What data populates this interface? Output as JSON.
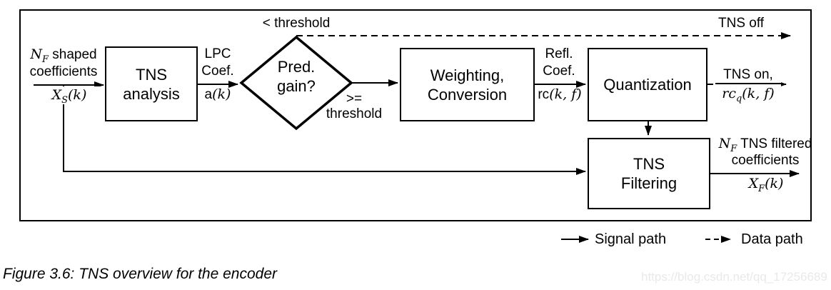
{
  "figure": {
    "caption": "Figure 3.6: TNS overview for the encoder",
    "watermark": "https://blog.csdn.net/qq_17256689"
  },
  "blocks": {
    "tns_analysis": {
      "line1": "TNS",
      "line2": "analysis"
    },
    "weighting": {
      "line1": "Weighting,",
      "line2": "Conversion"
    },
    "quantization": {
      "label": "Quantization"
    },
    "tns_filtering": {
      "line1": "TNS",
      "line2": "Filtering"
    }
  },
  "decision": {
    "line1": "Pred.",
    "line2": "gain?"
  },
  "labels": {
    "input": {
      "var1": "N",
      "sub1": "F",
      "text1": " shaped",
      "text2": "coefficients",
      "var2": "X",
      "sub2": "S",
      "args2": "(k)"
    },
    "lpc": {
      "text1": "LPC",
      "text2": "Coef.",
      "var": "a",
      "args": "(k)"
    },
    "lt": {
      "text": "< threshold"
    },
    "ge": {
      "line1": ">=",
      "line2": "threshold"
    },
    "refl": {
      "text1": "Refl.",
      "text2": "Coef.",
      "var": "rc",
      "args": "(k, f)"
    },
    "tns_off": {
      "text": "TNS off"
    },
    "tns_on": {
      "text": "TNS on,",
      "var": "rc",
      "sub": "q",
      "args": "(k, f)"
    },
    "output": {
      "var1": "N",
      "sub1": "F",
      "text1": " TNS filtered",
      "text2": "coefficients",
      "var2": "X",
      "sub2": "F",
      "args2": "(k)"
    }
  },
  "legend": {
    "signal": "Signal path",
    "data": "Data path"
  },
  "colors": {
    "line": "#000000",
    "background": "#ffffff",
    "watermark": "#e9e9eb"
  }
}
